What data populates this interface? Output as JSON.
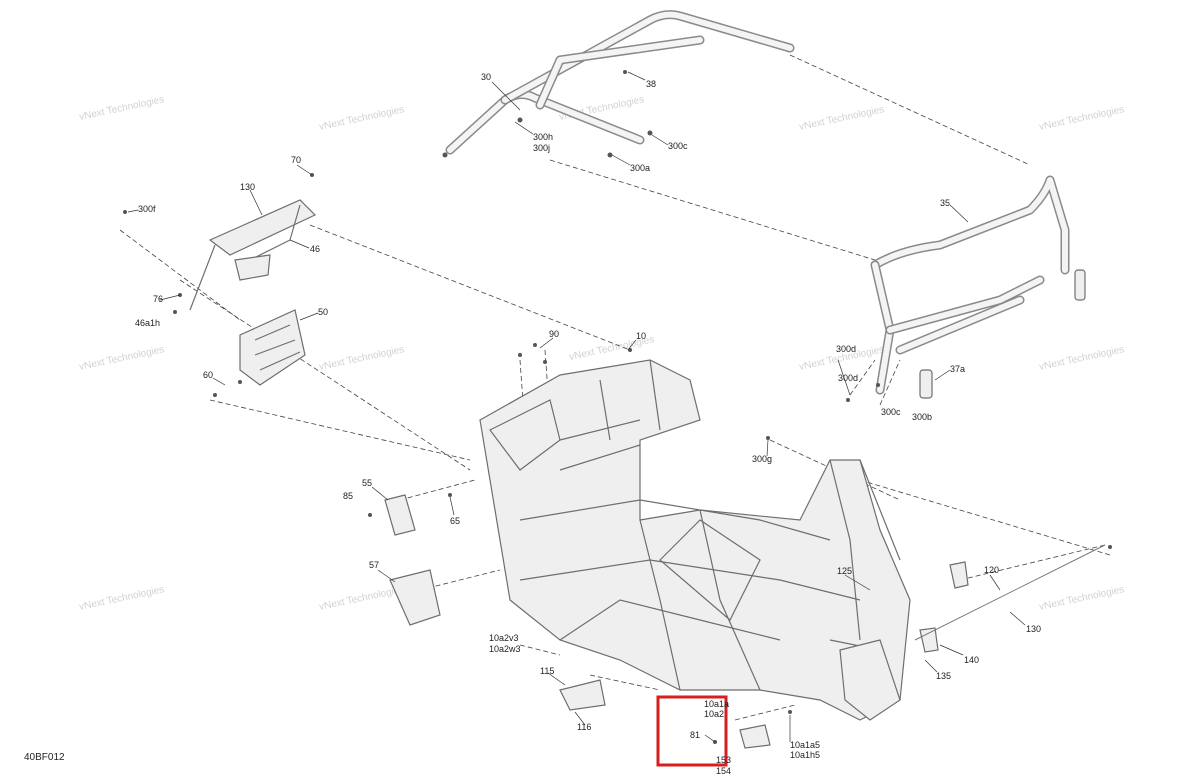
{
  "figure_code": "40BF012",
  "watermark": "vNext Technologies",
  "callouts": {
    "c30": "30",
    "c38": "38",
    "c300h": "300h",
    "c300j": "300j",
    "c300c_top": "300c",
    "c300a": "300a",
    "c35": "35",
    "c70": "70",
    "c130_top": "130",
    "c300f": "300f",
    "c46": "46",
    "c76": "76",
    "c46a1h": "46a1h",
    "c50": "50",
    "c60": "60",
    "c90": "90",
    "c10": "10",
    "c300d_left": "300d",
    "c300d": "300d",
    "c37a": "37a",
    "c300c": "300c",
    "c300b": "300b",
    "c300g": "300g",
    "c55": "55",
    "c85": "85",
    "c65": "65",
    "c57": "57",
    "c125": "125",
    "c120": "120",
    "c130_right": "130",
    "c140": "140",
    "c135": "135",
    "c10a2v3": "10a2v3",
    "c10a2w3": "10a2w3",
    "c115": "115",
    "c116": "116",
    "c10a1a": "10a1a",
    "c10a2": "10a2",
    "c81": "81",
    "c154": "154",
    "c153": "153",
    "c10a1a5": "10a1a5",
    "c10a1h5": "10a1h5"
  },
  "highlight": {
    "color": "#d61f1f",
    "target": "81"
  }
}
